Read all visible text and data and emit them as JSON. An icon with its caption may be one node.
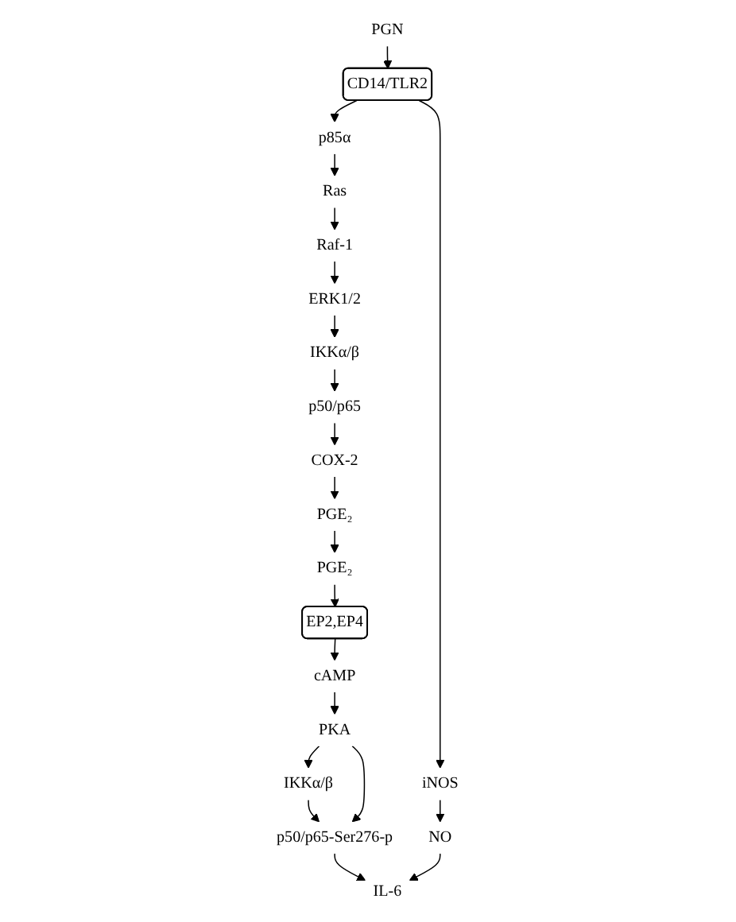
{
  "diagram": {
    "nodes": [
      {
        "text": [
          "PGN"
        ]
      },
      {
        "text": [
          "PGE₂"
        ]
      },
      {
        "text": [
          "CD14/TLR2"
        ]
      },
      {
        "text": [
          "EP2,EP4"
        ]
      },
      {
        "text": [
          "p85α"
        ]
      },
      {
        "text": [
          "cAMP"
        ]
      },
      {
        "text": [
          "Ras"
        ]
      },
      {
        "text": [
          "Raf-1"
        ]
      },
      {
        "text": [
          "PKA"
        ]
      },
      {
        "text": [
          "ERK1/2"
        ]
      },
      {
        "text": [
          "IKKα/β"
        ]
      },
      {
        "text": [
          "IKKα/β"
        ]
      },
      {
        "text": [
          "p50/p65"
        ]
      },
      {
        "text": [
          "p50/p65-Ser276-p"
        ]
      },
      {
        "text": [
          "iNOS"
        ]
      },
      {
        "text": [
          "COX-2"
        ]
      },
      {
        "text": [
          "NO"
        ]
      },
      {
        "text": [
          "PGE₂"
        ]
      },
      {
        "text": [
          "IL-6"
        ]
      }
    ],
    "edges": [
      {
        "from": 0,
        "to": 2,
        "arrow": "to"
      },
      {
        "from": 2,
        "to": 14,
        "arrow": "to"
      },
      {
        "from": 2,
        "to": 4,
        "arrow": "to"
      },
      {
        "from": 4,
        "to": 6,
        "arrow": "to"
      },
      {
        "from": 6,
        "to": 7,
        "arrow": "to"
      },
      {
        "from": 7,
        "to": 9,
        "arrow": "to"
      },
      {
        "from": 9,
        "to": 10,
        "arrow": "to"
      },
      {
        "from": 10,
        "to": 12,
        "arrow": "to"
      },
      {
        "from": 12,
        "to": 15,
        "arrow": "to"
      },
      {
        "from": 15,
        "to": 17,
        "arrow": "to"
      },
      {
        "from": 14,
        "to": 16,
        "arrow": "to"
      },
      {
        "from": 17,
        "to": 1,
        "arrow": "to"
      },
      {
        "from": 1,
        "to": 3,
        "arrow": "to"
      },
      {
        "from": 3,
        "to": 5,
        "arrow": "to"
      },
      {
        "from": 5,
        "to": 8,
        "arrow": "to"
      },
      {
        "from": 8,
        "to": 11,
        "arrow": "to"
      },
      {
        "from": 11,
        "to": 13,
        "arrow": "to"
      },
      {
        "from": 8,
        "to": 13,
        "arrow": "to"
      },
      {
        "from": 13,
        "to": 18,
        "arrow": "to"
      },
      {
        "from": 16,
        "to": 18,
        "arrow": "to"
      }
    ]
  }
}
